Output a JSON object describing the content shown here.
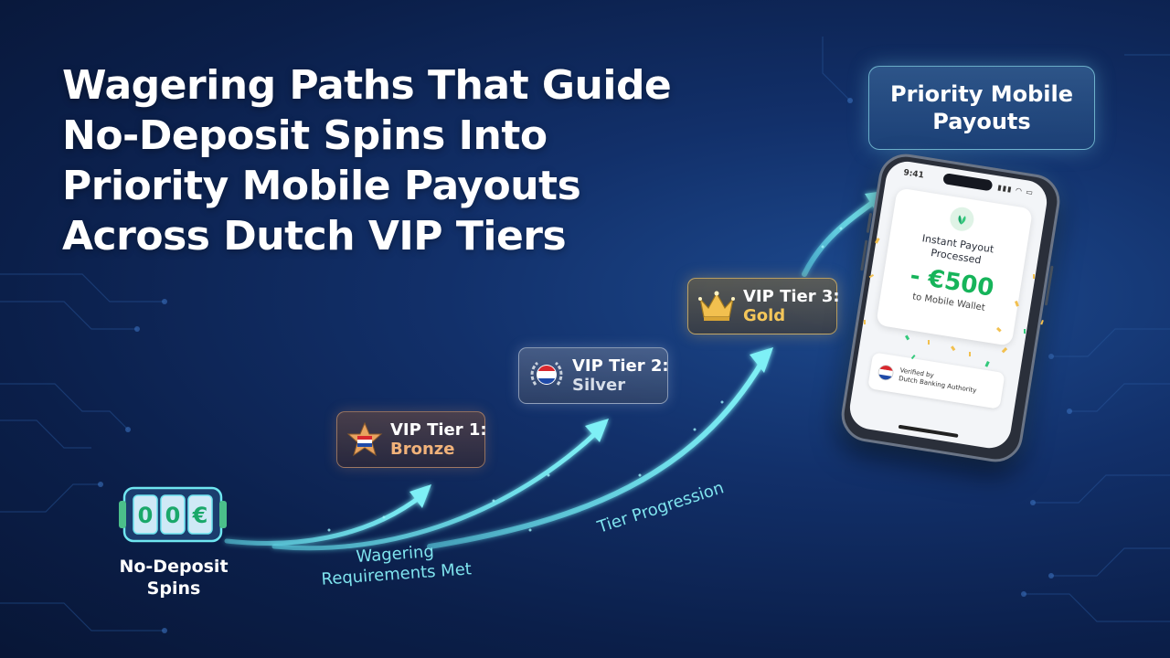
{
  "headline": {
    "lines": [
      "Wagering Paths That Guide",
      "No-Deposit Spins Into",
      "Priority Mobile Payouts",
      "Across Dutch VIP Tiers"
    ]
  },
  "start": {
    "label_lines": [
      "No-Deposit",
      "Spins"
    ],
    "reel_symbols": [
      "0",
      "0",
      "€"
    ]
  },
  "tiers": [
    {
      "title": "VIP Tier 1:",
      "name": "Bronze",
      "icon": "star-dutch-flag-icon"
    },
    {
      "title": "VIP Tier 2:",
      "name": "Silver",
      "icon": "laurel-dutch-flag-icon"
    },
    {
      "title": "VIP Tier 3:",
      "name": "Gold",
      "icon": "crown-icon"
    }
  ],
  "flow_labels": {
    "wagering_lines": [
      "Wagering",
      "Requirements Met"
    ],
    "tier_progression": "Tier Progression"
  },
  "destination": {
    "lines": [
      "Priority Mobile",
      "Payouts"
    ]
  },
  "phone": {
    "status_time": "9:41",
    "status_icons": "▮▮▮ ◠ ▭",
    "payout_title_lines": [
      "Instant Payout",
      "Processed"
    ],
    "amount": "- €500",
    "subtitle": "to Mobile Wallet",
    "verified_lines": [
      "Verified by",
      "Dutch Banking Authority"
    ]
  },
  "colors": {
    "background": "#0b1f4a",
    "flow_arrow": "#6fe6f0",
    "bronze": "#f1b27a",
    "silver": "#d7dee9",
    "gold": "#f4c65a",
    "payout_green": "#16b45a"
  }
}
